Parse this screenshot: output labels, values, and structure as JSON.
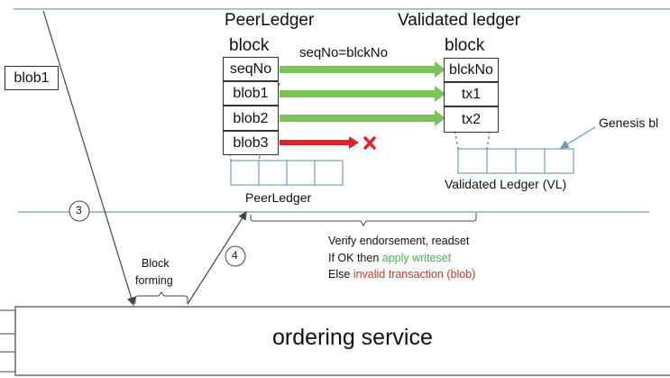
{
  "peer_ledger": {
    "title": "PeerLedger",
    "block_label": "block",
    "cells": [
      "seqNo",
      "blob1",
      "blob2",
      "blob3"
    ],
    "chain_label": "PeerLedger"
  },
  "validated_ledger": {
    "title": "Validated ledger",
    "block_label": "block",
    "cells": [
      "blckNo",
      "tx1",
      "tx2"
    ],
    "chain_label": "Validated Ledger (VL)",
    "genesis_label": "Genesis bl"
  },
  "mapping_label": "seqNo=blckNo",
  "incoming_blob": "blob1",
  "steps": {
    "step3": "3",
    "step4": "4"
  },
  "block_forming": {
    "line1": "Block",
    "line2": "forming"
  },
  "validation": {
    "line1": "Verify  endorsement,  readset",
    "line2_prefix": "If OK then",
    "line2_action": "apply writeset",
    "line3_prefix": "Else",
    "line3_action": "invalid transaction (blob)"
  },
  "ordering_service": "ordering service",
  "colors": {
    "accept_arrow": "#7cc35a",
    "reject_arrow": "#e0202a",
    "lane_line": "#8aaec4",
    "chain_box": "#5a8aa8",
    "accept_text": "#4caf50",
    "reject_text": "#c0392b"
  }
}
